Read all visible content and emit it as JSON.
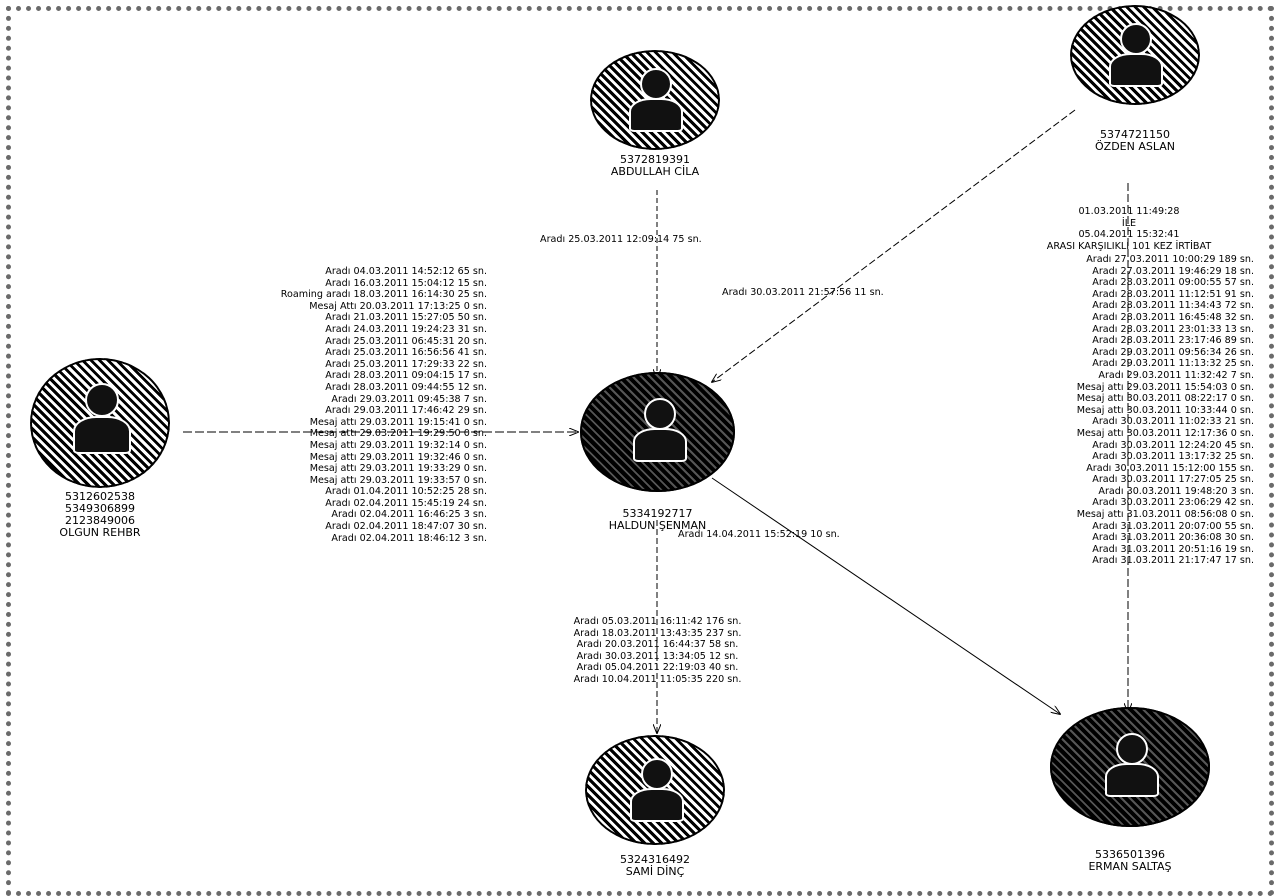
{
  "nodes": {
    "abdullah": {
      "phone": "5372819391",
      "name": "ABDULLAH CİLA"
    },
    "ozden": {
      "phone": "5374721150",
      "name": "ÖZDEN ASLAN"
    },
    "left": {
      "lines": [
        "5312602538",
        "5349306899",
        "2123849006",
        "OLGUN REHBR"
      ]
    },
    "haldun": {
      "phone": "5334192717",
      "name": "HALDUN ŞENMAN"
    },
    "sami": {
      "phone": "5324316492",
      "name": "SAMİ DİNÇ"
    },
    "erman": {
      "phone": "5336501396",
      "name": "ERMAN SALTAŞ"
    }
  },
  "edges": {
    "abdullah_haldun": "Aradı 25.03.2011 12:09:14 75 sn.",
    "ozden_haldun": "Aradı 30.03.2011 21:57:56 11 sn.",
    "haldun_erman": "Aradı 14.04.2011 15:52:19 10 sn."
  },
  "left_calls": [
    "Aradı 04.03.2011 14:52:12 65 sn.",
    "Aradı 16.03.2011 15:04:12 15 sn.",
    "Roaming aradı 18.03.2011 16:14:30 25 sn.",
    "Mesaj Attı 20.03.2011 17:13:25 0 sn.",
    "Aradı 21.03.2011 15:27:05 50 sn.",
    "Aradı 24.03.2011 19:24:23 31 sn.",
    "Aradı 25.03.2011 06:45:31 20 sn.",
    "Aradı 25.03.2011 16:56:56 41 sn.",
    "Aradı 25.03.2011 17:29:33 22 sn.",
    "Aradı 28.03.2011 09:04:15 17 sn.",
    "Aradı 28.03.2011 09:44:55 12 sn.",
    "Aradı 29.03.2011 09:45:38 7 sn.",
    "Aradı 29.03.2011 17:46:42 29 sn.",
    "Mesaj attı 29.03.2011 19:15:41 0 sn.",
    "Mesaj attı 29.03.2011 19:29:50 0 sn.",
    "Mesaj attı 29.03.2011 19:32:14 0 sn.",
    "Mesaj attı 29.03.2011 19:32:46 0 sn.",
    "Mesaj attı 29.03.2011 19:33:29 0 sn.",
    "Mesaj attı 29.03.2011 19:33:57 0 sn.",
    "Aradı 01.04.2011 10:52:25 28 sn.",
    "Aradı 02.04.2011 15:45:19 24 sn.",
    "Aradı 02.04.2011 16:46:25 3 sn.",
    "Aradı 02.04.2011 18:47:07 30 sn.",
    "Aradı 02.04.2011 18:46:12 3 sn."
  ],
  "sami_calls": [
    "Aradı 05.03.2011 16:11:42 176 sn.",
    "Aradı 18.03.2011 13:43:35 237 sn.",
    "Aradı 20.03.2011 16:44:37 58 sn.",
    "Aradı 30.03.2011 13:34:05 12 sn.",
    "Aradı 05.04.2011 22:19:03 40 sn.",
    "Aradı 10.04.2011 11:05:35 220 sn."
  ],
  "ozden_block": {
    "header": [
      "01.03.2011 11:49:28",
      "İLE",
      "05.04.2011 15:32:41",
      "ARASI KARŞILIKLI 101 KEZ İRTİBAT"
    ],
    "calls": [
      "Aradı 27.03.2011 10:00:29 189 sn.",
      "Aradı 27.03.2011 19:46:29 18 sn.",
      "Aradı 28.03.2011 09:00:55 57 sn.",
      "Aradı 28.03.2011 11:12:51 91 sn.",
      "Aradı 28.03.2011 11:34:43 72 sn.",
      "Aradı 28.03.2011 16:45:48 32 sn.",
      "Aradı 28.03.2011 23:01:33 13 sn.",
      "Aradı 28.03.2011 23:17:46 89 sn.",
      "Aradı 29.03.2011 09:56:34 26 sn.",
      "Aradı 29.03.2011 11:13:32 25 sn.",
      "Aradı 29.03.2011 11:32:42 7 sn.",
      "Mesaj attı 29.03.2011 15:54:03 0 sn.",
      "Mesaj attı 30.03.2011 08:22:17 0 sn.",
      "Mesaj attı 30.03.2011 10:33:44 0 sn.",
      "Aradı 30.03.2011 11:02:33 21 sn.",
      "Mesaj attı 30.03.2011 12:17:36 0 sn.",
      "Aradı 30.03.2011 12:24:20 45 sn.",
      "Aradı 30.03.2011 13:17:32 25 sn.",
      "Aradı 30.03.2011 15:12:00 155 sn.",
      "Aradı 30.03.2011 17:27:05 25 sn.",
      "Aradı 30.03.2011 19:48:20 3 sn.",
      "Aradı 30.03.2011 23:06:29 42 sn.",
      "Mesaj attı 31.03.2011 08:56:08 0 sn.",
      "Aradı 31.03.2011 20:07:00 55 sn.",
      "Aradı 31.03.2011 20:36:08 30 sn.",
      "Aradı 31.03.2011 20:51:16 19 sn.",
      "Aradı 31.03.2011 21:17:47 17 sn."
    ]
  },
  "colors": {
    "line": "#000000",
    "border": "#6a6a6a"
  }
}
